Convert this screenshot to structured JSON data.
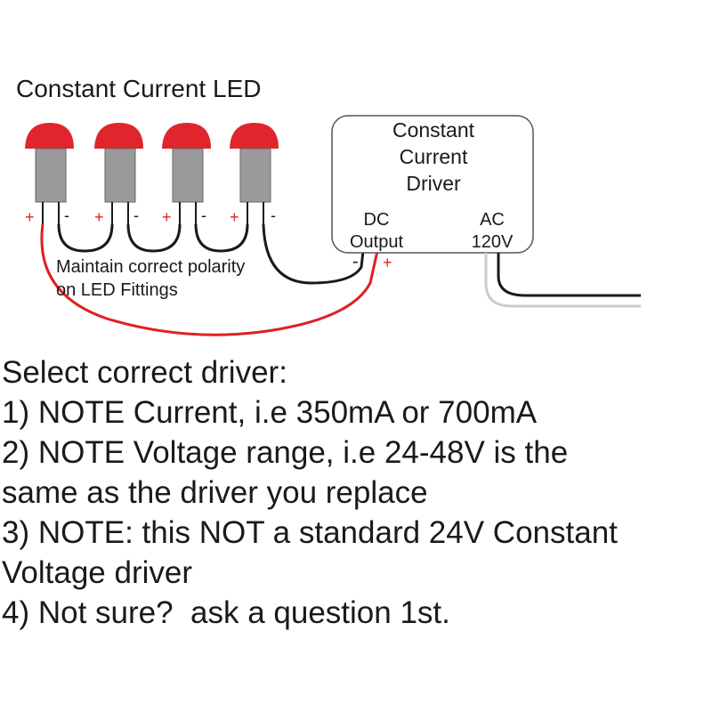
{
  "led_title": "Constant Current LED",
  "led_terminals": {
    "plus": "+",
    "minus": "-"
  },
  "driver": {
    "title_lines": [
      "Constant",
      "Current",
      "Driver"
    ],
    "dc_label": [
      "DC",
      "Output"
    ],
    "ac_label": [
      "AC",
      "120V"
    ],
    "dc_minus": "-",
    "dc_plus": "+"
  },
  "polarity_note": [
    "Maintain correct polarity",
    "on LED Fittings"
  ],
  "instructions": {
    "heading": "Select correct driver:",
    "lines": [
      "1) NOTE Current, i.e 350mA or 700mA",
      "2) NOTE Voltage range, i.e 24-48V is the",
      "same as the driver you replace",
      "3) NOTE: this NOT a standard 24V Constant",
      "Voltage driver",
      "4) Not sure?  ask a question 1st."
    ]
  },
  "colors": {
    "led_cap": "#e0262c",
    "led_body": "#9a9a9a",
    "wire_red": "#e02020",
    "wire_black": "#1a1a1a",
    "wire_grey": "#cccccc",
    "driver_border": "#555555"
  }
}
